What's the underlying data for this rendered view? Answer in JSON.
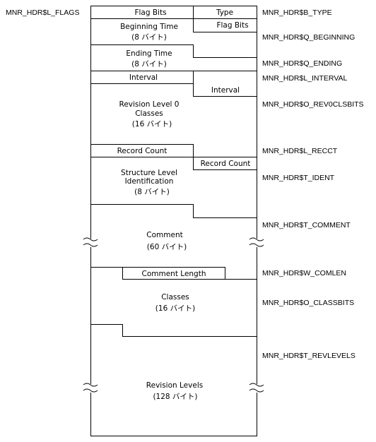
{
  "left_label": "MNR_HDR$L_FLAGS",
  "cells": {
    "flag_bits": "Flag Bits",
    "type": "Type",
    "flag_bits_2": "Flag Bits",
    "beginning_time": [
      "Beginning Time",
      "(8 バイト)"
    ],
    "ending_time": [
      "Ending Time",
      "(8 バイト)"
    ],
    "interval": "Interval",
    "interval_2": "Interval",
    "revision_level_classes": [
      "Revision Level 0",
      "Classes",
      "(16 バイト)"
    ],
    "record_count": "Record Count",
    "record_count_2": "Record Count",
    "structure_level_identification": [
      "Structure Level",
      "Identification",
      "(8 バイト)"
    ],
    "comment": [
      "Comment",
      "(60 バイト)"
    ],
    "comment_length": "Comment Length",
    "classes": [
      "Classes",
      "(16 バイト)"
    ],
    "revision_levels": [
      "Revision Levels",
      "(128 バイト)"
    ]
  },
  "field_names": [
    "MNR_HDR$B_TYPE",
    "MNR_HDR$Q_BEGINNING",
    "MNR_HDR$Q_ENDING",
    "MNR_HDR$L_INTERVAL",
    "MNR_HDR$O_REV0CLSBITS",
    "MNR_HDR$L_RECCT",
    "MNR_HDR$T_IDENT",
    "MNR_HDR$T_COMMENT",
    "MNR_HDR$W_COMLEN",
    "MNR_HDR$O_CLASSBITS",
    "MNR_HDR$T_REVLEVELS"
  ]
}
